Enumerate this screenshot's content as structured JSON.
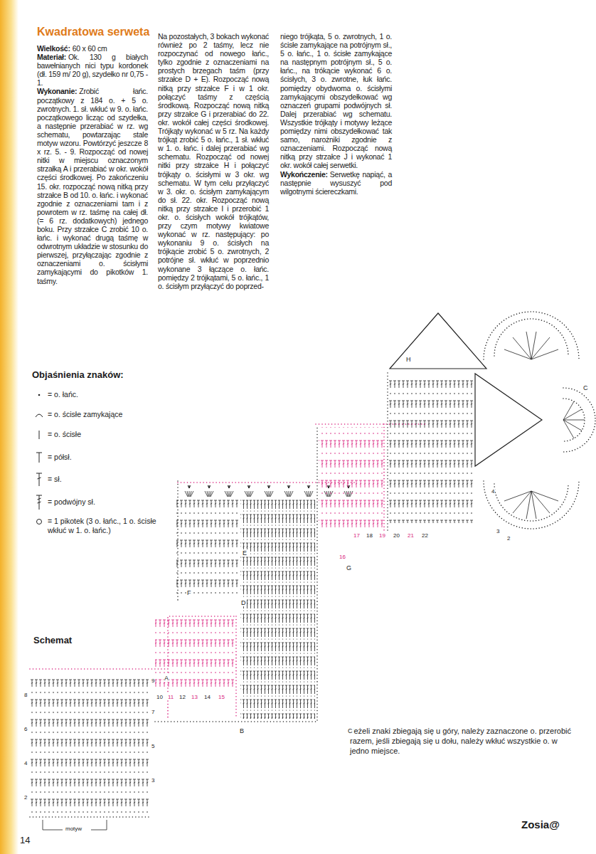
{
  "diagram": {
    "title": "Kwadratowa serweta",
    "labels": [
      "Wielkość:",
      "60 x 60 cm",
      "Materiał:",
      "Ok. 130 g białych bawełnianych nici typu kordonek (dł. 159 m/ 20 g), szydełko nr 0,75 - 1.",
      "Wykonanie:",
      "Zrobić łańc. początkowy z 184 o. + 5 o. zwrotnych. 1. sł. wkłuć w 9. o. łańc. początkowego licząc od szydełka, a następnie przerabiać w rz. wg schematu, powtarzając stale motyw wzoru. Powtórzyć jeszcze 8 x rz. 5. - 9. Rozpocząć od nowej nitki w miejscu oznaczonym strzałką A i przerabiać w okr. wokół części środkowej. Po zakończeniu 15. okr. rozpocząć nową nitką przy strzałce B od 10. o. łańc. i wykonać zgodnie z oznaczeniami tam i z powrotem w rz. taśmę na całej dł. (= 6 rz. dodatkowych) jednego boku. Przy strzałce C zrobić 10 o. łańc. i wykonać drugą taśmę w odwrotnym układzie w stosunku do pierwszej, przyłączając zgodnie z oznaczeniami o. ścisłymi zamykającymi do pikotków 1. taśmy.",
      "Na pozostałych, 3 bokach wykonać również po 2 taśmy, lecz nie rozpoczynać od nowego łańc., tylko zgodnie z oznaczeniami na prostych brzegach taśm (przy strzałce D + E). Rozpocząć nową nitką przy strzałce F i w 1 okr. połączyć taśmy z częścią środkową. Rozpocząć nową nitką przy strzałce G i przerabiać do 22. okr. wokół całej części środkowej. Trójkąty wykonać w 5 rz. Na każdy trójkąt zrobić 5 o. łańc., 1 sł. wkłuć w 1. o. łańc. i dalej przerabiać wg schematu. Rozpocząć od nowej nitki przy strzałce H i połączyć trójkąty o. ścisłymi w 3 okr. wg schematu. W tym celu przyłączyć w 3. okr. o. ścisłym zamykającym do sł. 22. okr. Rozpocząć nową nitką przy strzałce I i przerobić 1 okr. o. ścisłych wokół trójkątów, przy czym motywy kwiatowe wykonać w rz. następujący: po wykonaniu 9 o. ścisłych na trójkącie zrobić 5 o. zwrotnych, 2 potrójne sł. wkłuć w poprzednio wykonane 3 łączące o. łańc. pomiędzy 2 trójkątami, 5 o. łańc., 1 o. ścisłym przyłączyć do poprzed-",
      "niego trójkąta, 5 o. zwrotnych, 1 o. ścisłe zamykające na potrójnym sł., 5 o. łańc., 1 o. ścisłe zamykające na następnym potrójnym sł., 5 o. łańc., na trókącie wykonać 6 o. ścisłych, 3 o. zwrotne, łuk łańc. pomiędzy obydwoma o. ścisłymi zamykającymi obszydełkować wg oznaczeń grupami podwójnych sł. Dalej przerabiać wg schematu. Wszystkie trójkąty i motywy leżące pomiędzy nimi obszydełkować tak samo, narożniki zgodnie z oznaczeniami. Rozpocząć nową nitką przy strzałce J i wykonać 1 okr. wokół całej serwetki.",
      "Wykończenie:",
      "Serwetkę napiąć, a następnie wysuszyć pod wilgotnymi ściereczkami.",
      "Objaśnienia znaków:",
      "Schemat",
      "Jeżeli znaki zbiegają się u góry, należy zaznaczone o. przerobić razem, jeśli zbiegają się u dołu, należy wkłuć wszystkie o. w jedno miejsce.",
      "14",
      "Zosia@",
      "motyw",
      "A",
      "B",
      "C",
      "D",
      "E",
      "F",
      "G",
      "H",
      "C",
      "2",
      "4",
      "6",
      "8",
      "3",
      "5",
      "7",
      "9",
      "10",
      "11",
      "12",
      "13",
      "14",
      "15",
      "16",
      "17",
      "18",
      "19",
      "20",
      "21",
      "22",
      "4",
      "2",
      "3"
    ],
    "legend": [
      {
        "text": "= o. łańc."
      },
      {
        "text": "= o. ścisłe zamykające"
      },
      {
        "text": "= o. ścisłe"
      },
      {
        "text": "= półsł."
      },
      {
        "text": "= sł."
      },
      {
        "text": "= podwójny sł."
      },
      {
        "text": "= 1 pikotek (3 o. łańc., 1 o. ścisłe wkłuć w 1. o. łańc.)"
      }
    ]
  }
}
